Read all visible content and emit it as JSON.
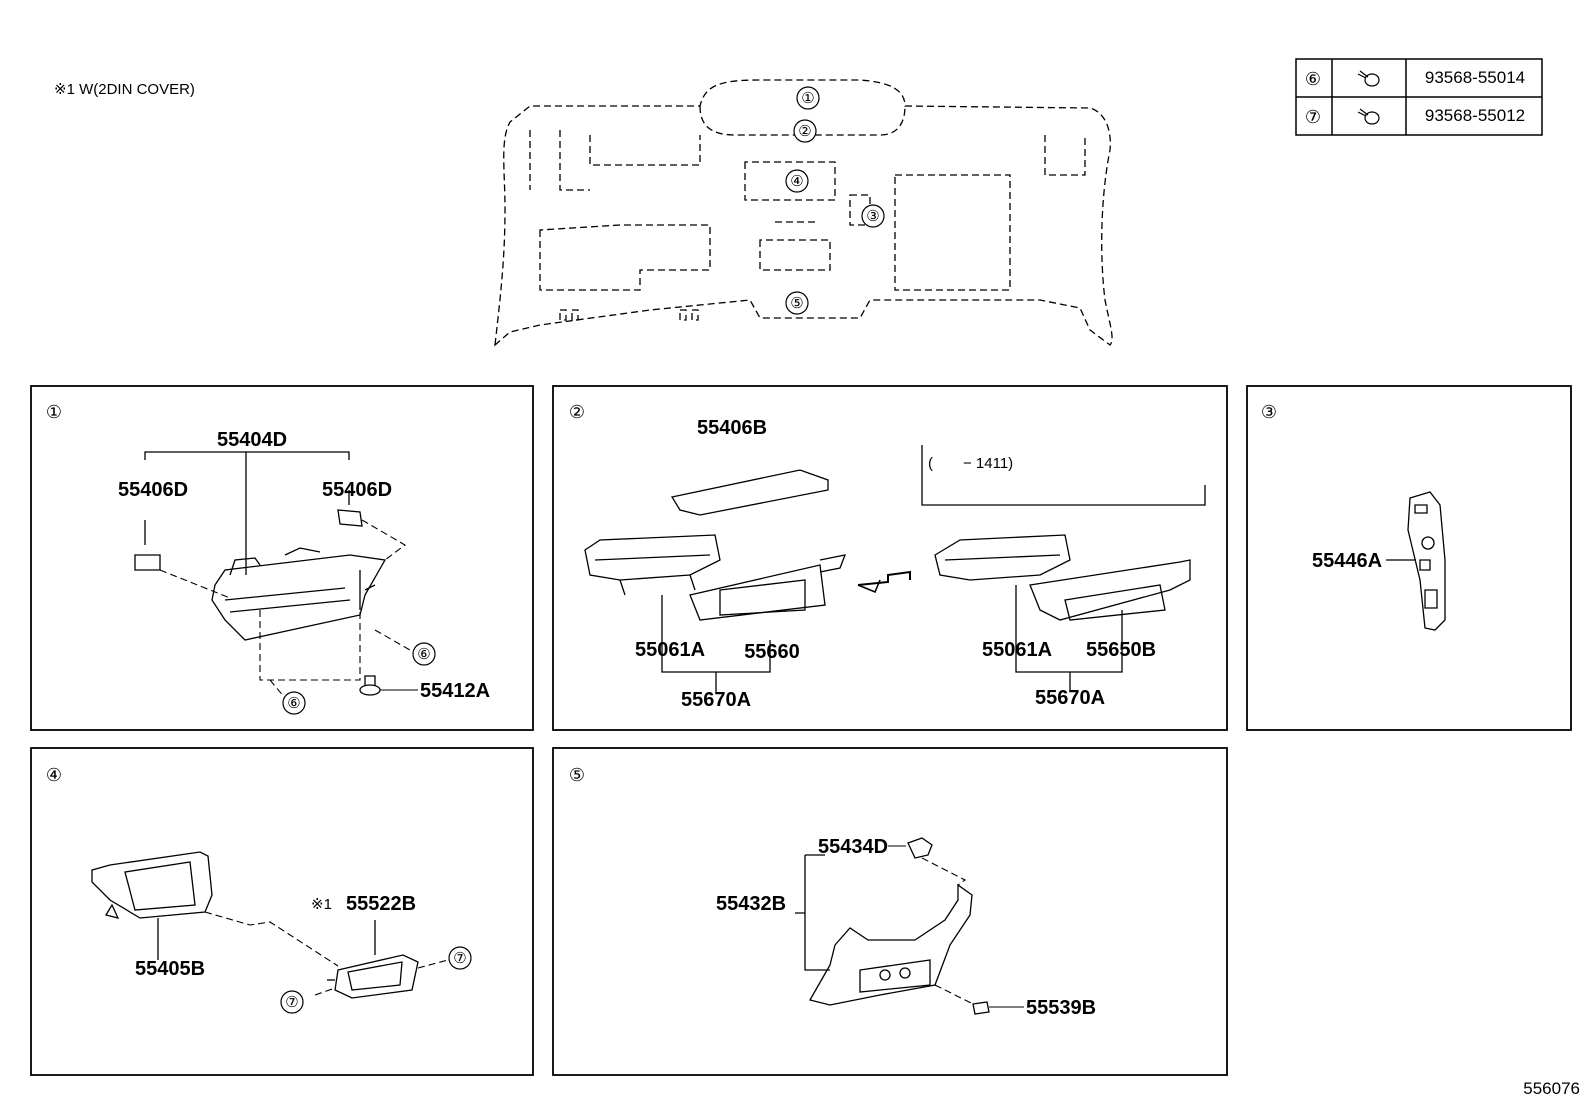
{
  "note": "※1 W(2DIN COVER)",
  "fastener_table": [
    {
      "num": "⑥",
      "part": "93568-55014",
      "icon": "bolt-icon"
    },
    {
      "num": "⑦",
      "part": "93568-55012",
      "icon": "bolt-icon"
    }
  ],
  "overview": {
    "markers": [
      "①",
      "②",
      "④",
      "③",
      "⑤"
    ]
  },
  "panels": {
    "p1": {
      "num": "①",
      "parts": [
        "55404D",
        "55406D",
        "55406D",
        "55412A"
      ],
      "refs": [
        "⑥",
        "⑥"
      ]
    },
    "p2": {
      "num": "②",
      "parts": [
        "55406B",
        "55061A",
        "55660",
        "55670A",
        "55061A",
        "55650B",
        "55670A"
      ],
      "bracket": "(　　− 1411)"
    },
    "p3": {
      "num": "③",
      "parts": [
        "55446A"
      ]
    },
    "p4": {
      "num": "④",
      "parts": [
        "55405B",
        "55522B"
      ],
      "note_mark": "※1",
      "refs": [
        "⑦",
        "⑦"
      ]
    },
    "p5": {
      "num": "⑤",
      "parts": [
        "55434D",
        "55432B",
        "55539B"
      ]
    }
  },
  "drawing_id": "556076"
}
